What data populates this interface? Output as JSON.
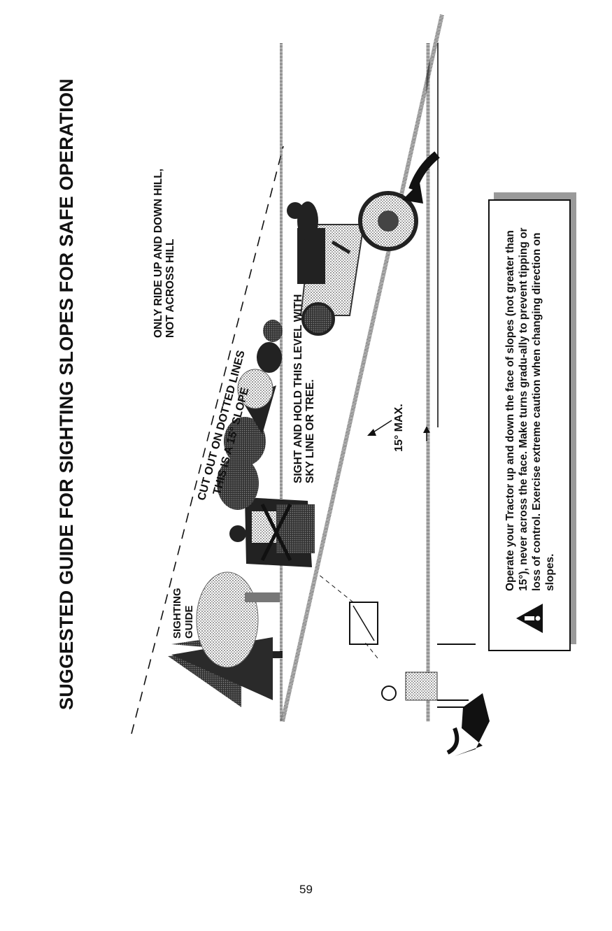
{
  "title": "SUGGESTED GUIDE FOR SIGHTING SLOPES FOR SAFE OPERATION",
  "labels": {
    "sighting_guide_line1": "SIGHTING",
    "sighting_guide_line2": "GUIDE",
    "cut_out": "CUT OUT ON DOTTED LINES",
    "slope": "THIS IS A 15° SLOPE",
    "ride_line1": "ONLY RIDE UP AND DOWN HILL,",
    "ride_line2": "NOT ACROSS HILL",
    "sight_line1": "SIGHT AND HOLD THIS LEVEL WITH",
    "sight_line2": "SKY LINE OR TREE.",
    "max_angle": "15° MAX."
  },
  "caution": {
    "icon": "warning-triangle-icon",
    "text": "Operate your Tractor up and down the face of slopes (not greater than 15°), never across the face. Make turns gradu-ally to prevent tipping or loss of control. Exercise extreme caution when changing direction on slopes."
  },
  "page_number": "59"
}
